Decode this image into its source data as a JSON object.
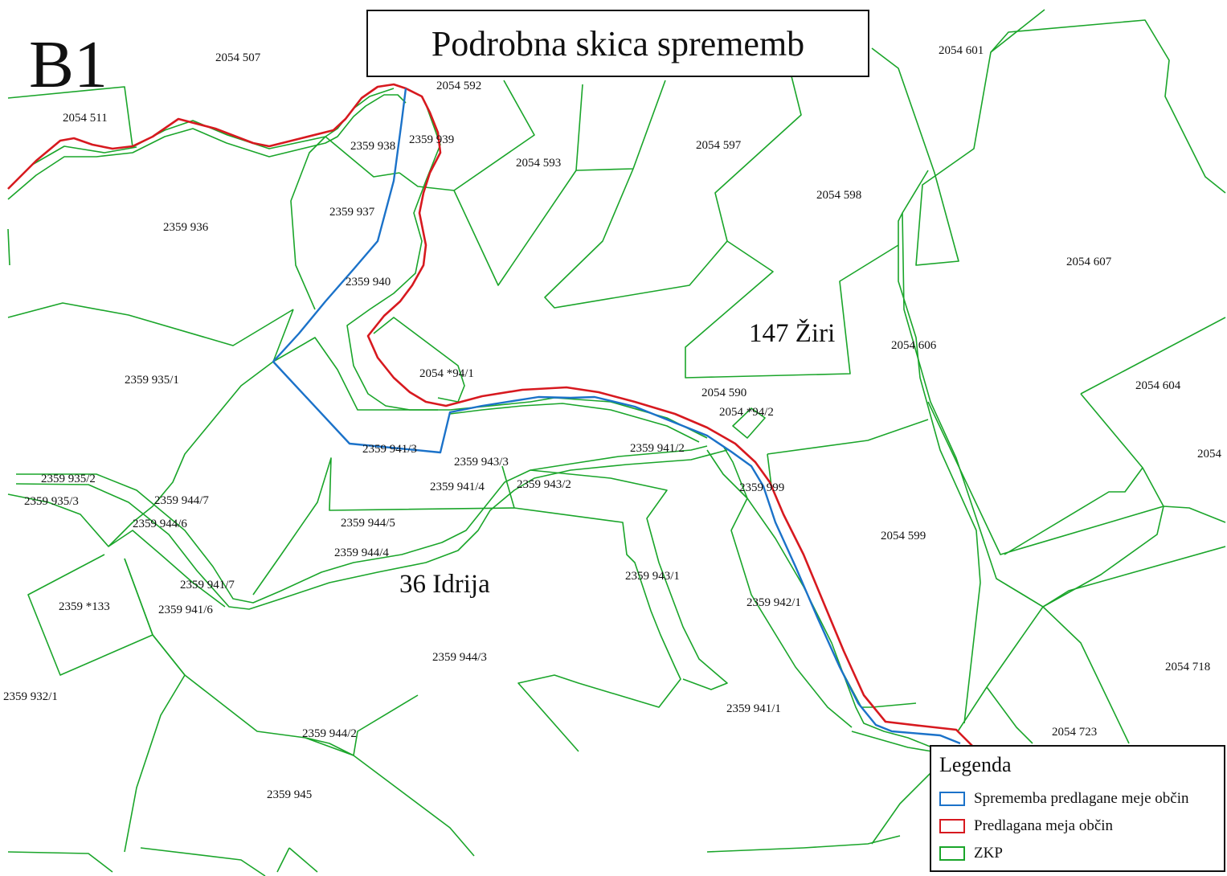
{
  "title": "Podrobna skica sprememb",
  "sheet_label": "B1",
  "municipalities": {
    "ziri": "147 Žiri",
    "idrija": "36 Idrija"
  },
  "parcels": [
    "2054 507",
    "2054 511",
    "2054 592",
    "2359 938",
    "2359 939",
    "2054 593",
    "2054 597",
    "2054 601",
    "2054 598",
    "2359 937",
    "2359 936",
    "2054 607",
    "2359 940",
    "2054 606",
    "2054 *94/1",
    "2359 935/1",
    "2054 604",
    "2054 590",
    "2054 *94/2",
    "2359 941/3",
    "2359 941/2",
    "2359 943/3",
    "2359 935/2",
    "2359 941/4",
    "2359 943/2",
    "2359 999",
    "2054",
    "2359 935/3",
    "2359 944/7",
    "2359 944/5",
    "2359 944/6",
    "2054 599",
    "2359 944/4",
    "2359 943/1",
    "2359 941/7",
    "2359 942/1",
    "2359 *133",
    "2359 941/6",
    "2359 944/3",
    "2054 718",
    "2359 932/1",
    "2359 941/1",
    "2054 723",
    "2359 944/2",
    "2359 945"
  ],
  "legend": {
    "title": "Legenda",
    "items": [
      {
        "label": "Sprememba predlagane meje občin",
        "color": "#1b72c9"
      },
      {
        "label": "Predlagana meja občin",
        "color": "#d7191f"
      },
      {
        "label": "ZKP",
        "color": "#1aa52a"
      }
    ]
  },
  "colors": {
    "zkp": "#1aa52a",
    "proposed_boundary": "#d7191f",
    "boundary_change": "#1b72c9"
  }
}
